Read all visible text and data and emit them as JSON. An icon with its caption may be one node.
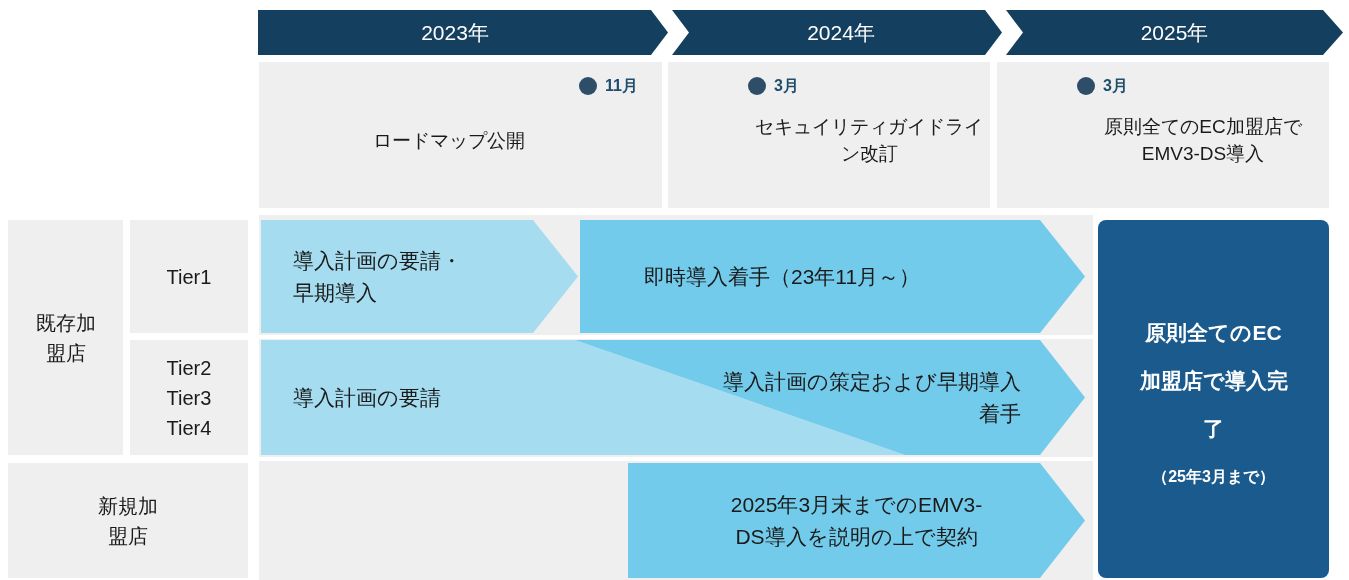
{
  "diagram": {
    "nodes": [
      {
        "text": [
          "2023年"
        ]
      },
      {
        "text": [
          "2024年"
        ]
      },
      {
        "text": [
          "2025年"
        ]
      },
      {
        "text": [
          "11月",
          "ロードマップ公開"
        ]
      },
      {
        "text": [
          "3月",
          "セキュイリティガイドライン改訂"
        ]
      },
      {
        "text": [
          "3月",
          "原則全てのEC加盟店でEMV3-DS導入"
        ]
      },
      {
        "text": [
          "既存加盟店"
        ]
      },
      {
        "text": [
          "Tier1"
        ]
      },
      {
        "text": [
          "Tier2 Tier3 Tier4"
        ]
      },
      {
        "text": [
          "導入計画の要請・早期導入"
        ]
      },
      {
        "text": [
          "即時導入着手（23年11月～）"
        ]
      },
      {
        "text": [
          "導入計画の要請"
        ]
      },
      {
        "text": [
          "導入計画の策定および早期導入着手"
        ]
      },
      {
        "text": [
          "新規加盟店"
        ]
      },
      {
        "text": [
          "2025年3月末までのEMV3-DS導入を説明の上で契約"
        ]
      },
      {
        "text": [
          "原則全てのEC加盟店で導入完了",
          "（25年3月まで）"
        ]
      }
    ]
  }
}
